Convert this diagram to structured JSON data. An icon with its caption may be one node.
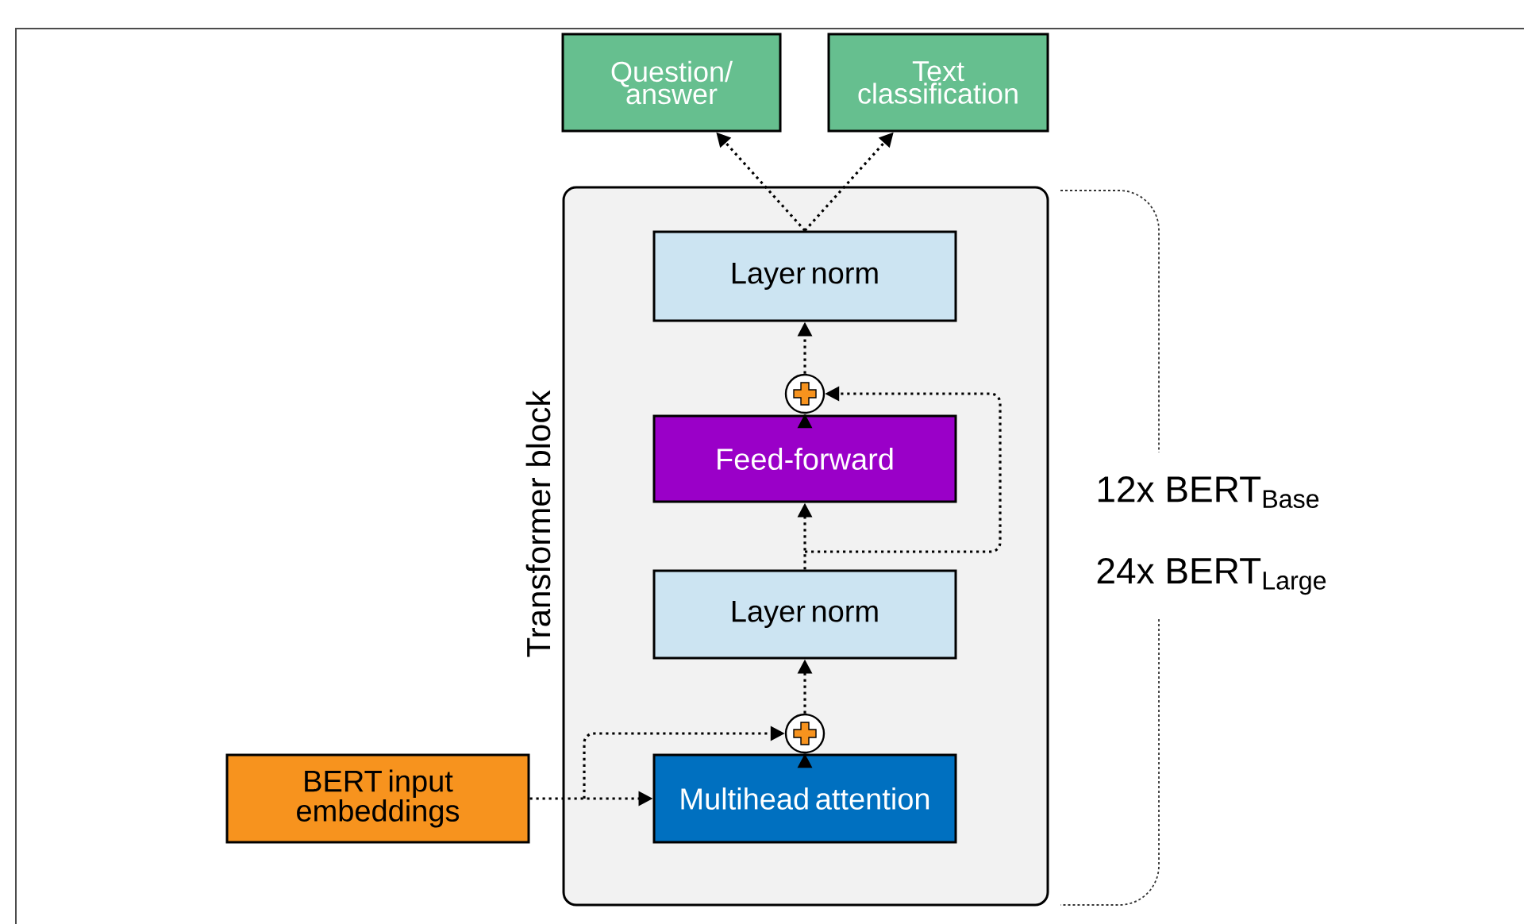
{
  "diagram": {
    "nodes": [
      {
        "text": [
          "Question/ answer"
        ]
      },
      {
        "text": [
          "Text classification"
        ]
      },
      {
        "text": [
          "Transformer block"
        ]
      },
      {
        "text": [
          "Layer norm"
        ],
        "in": 2
      },
      {
        "text": [],
        "shape": "circle",
        "in": 2
      },
      {
        "text": [
          "Feed-forward"
        ],
        "in": 2
      },
      {
        "text": [
          "Layer norm"
        ],
        "in": 2
      },
      {
        "text": [],
        "shape": "circle",
        "in": 2
      },
      {
        "text": [
          "Multihead attention"
        ],
        "in": 2
      },
      {
        "text": [
          "BERT input embeddings"
        ]
      }
    ],
    "edges": [
      {
        "from": 3,
        "to": 0,
        "arrow": "to"
      },
      {
        "from": 3,
        "to": 1,
        "arrow": "to"
      },
      {
        "from": 4,
        "to": 3,
        "arrow": "to"
      },
      {
        "from": 5,
        "to": 4,
        "arrow": "to"
      },
      {
        "from": 6,
        "to": 5,
        "arrow": "to"
      },
      {
        "from": 6,
        "to": 4,
        "arrow": "to"
      },
      {
        "from": 7,
        "to": 6,
        "arrow": "to"
      },
      {
        "from": 8,
        "to": 7,
        "arrow": "to"
      },
      {
        "from": 9,
        "to": 8,
        "arrow": "to"
      },
      {
        "from": 9,
        "to": 7,
        "arrow": "to"
      }
    ],
    "labels": [
      "12x BERT$_{Base}$",
      "24x BERT$_{Large}$"
    ]
  }
}
